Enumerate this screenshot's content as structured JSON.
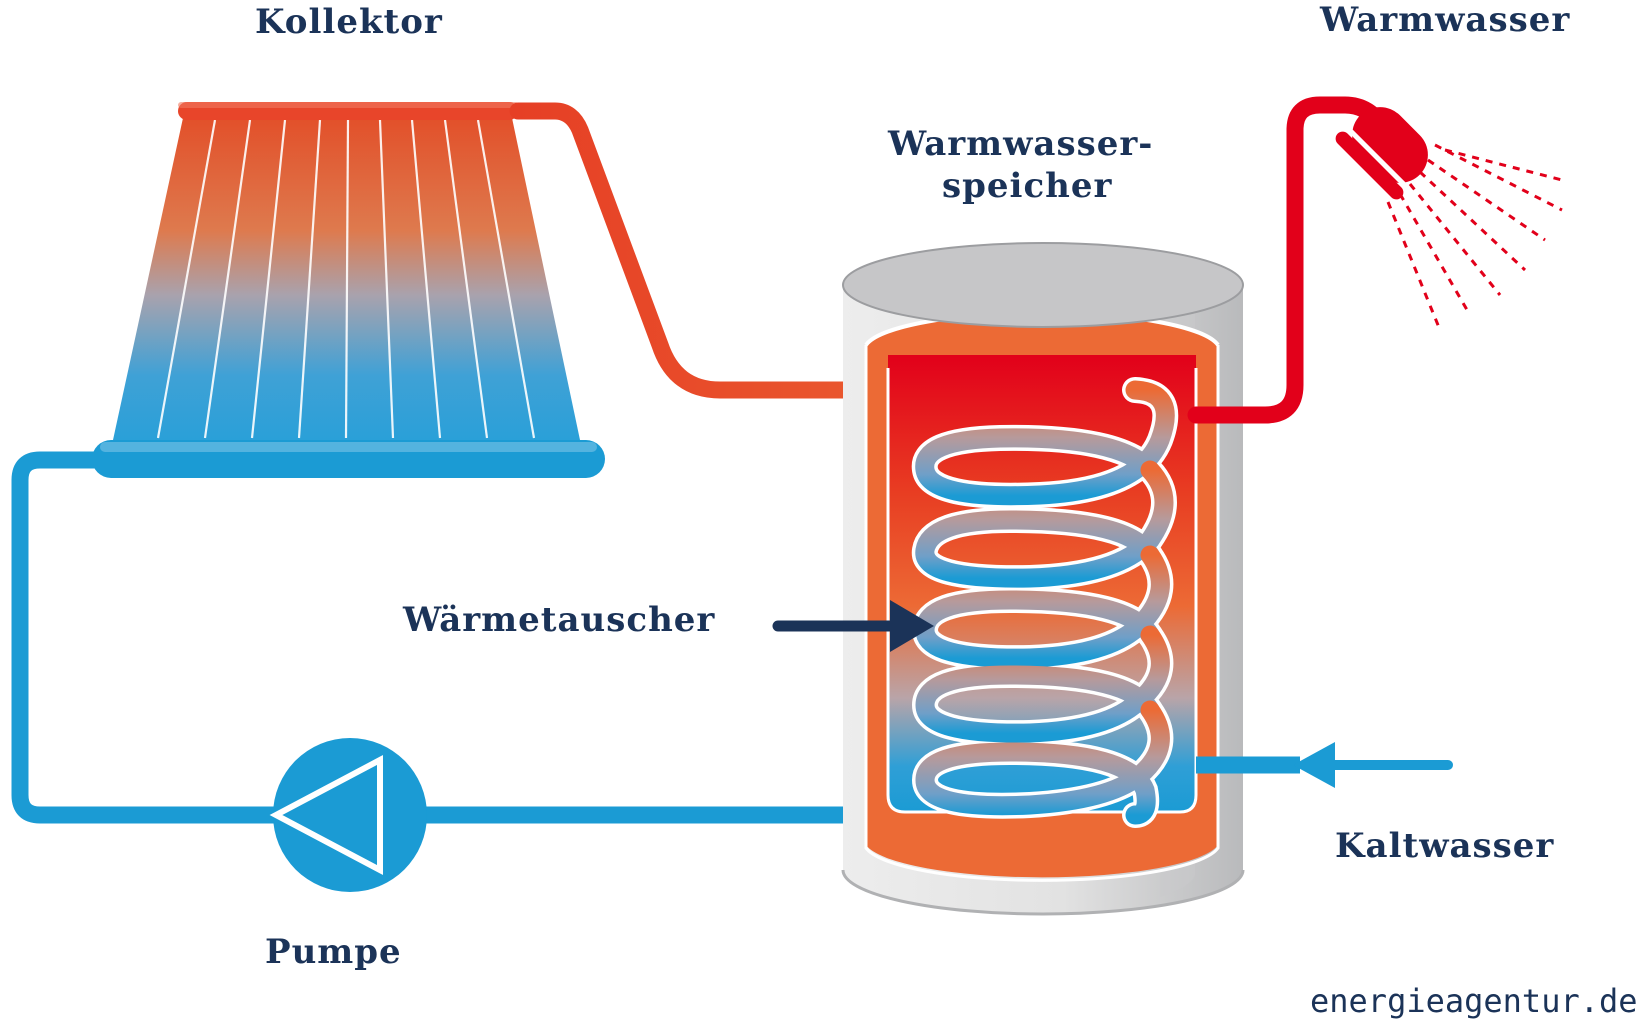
{
  "labels": {
    "collector": "Kollektor",
    "hot_water": "Warmwasser",
    "storage_line1": "Warmwasser-",
    "storage_line2": "speicher",
    "heat_exchanger": "Wärmetauscher",
    "cold_water": "Kaltwasser",
    "pump": "Pumpe",
    "source": "energieagentur.de"
  },
  "icons": {
    "collector": "solar-collector-icon",
    "tank": "storage-tank-icon",
    "coil": "heat-exchanger-coil-icon",
    "pump": "pump-icon",
    "shower": "shower-head-icon",
    "arrow": "arrow-right-icon"
  },
  "colors": {
    "hot": "#e2001a",
    "warm": "#e94e2b",
    "orange": "#ec6a35",
    "cold": "#1b9bd4",
    "text": "#1b3358",
    "gray": "#c8c8c9",
    "gray_dark": "#a7a8aa"
  }
}
